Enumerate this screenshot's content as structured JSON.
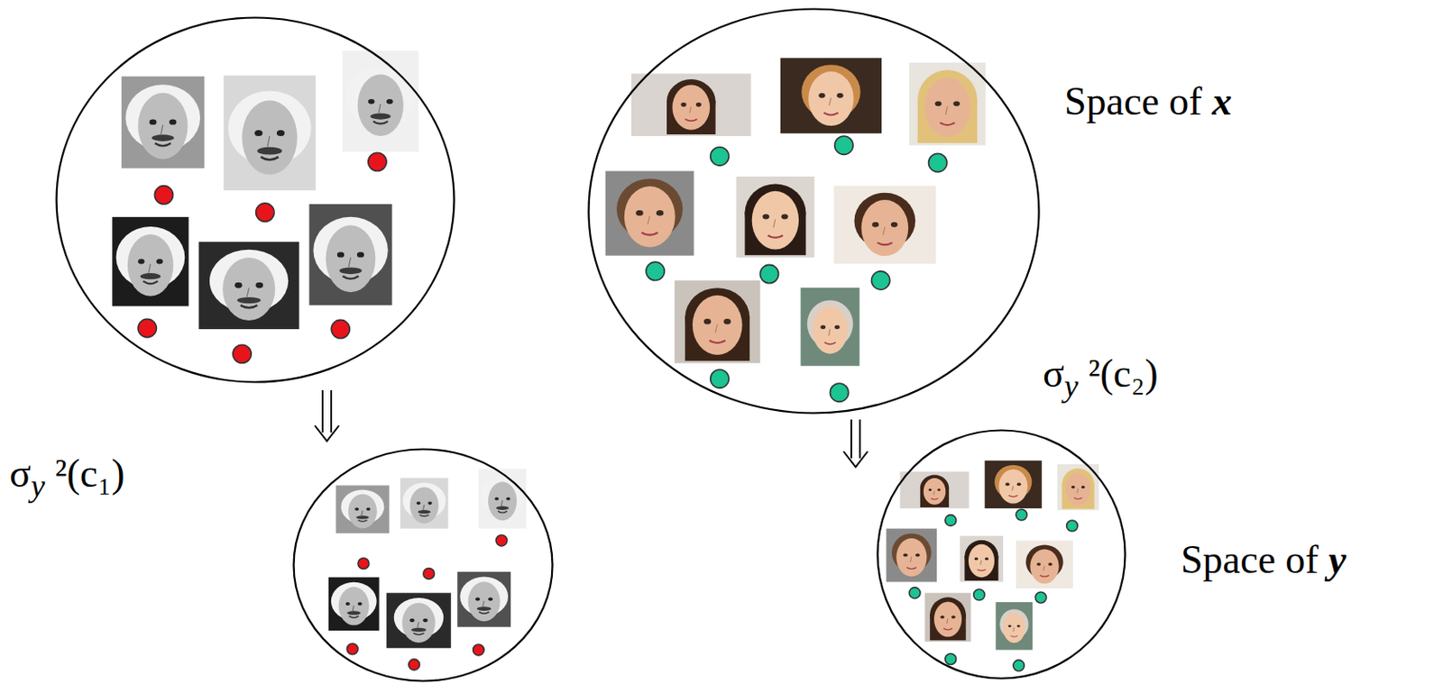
{
  "diagram": {
    "nodes": [
      {
        "text": []
      },
      {
        "text": []
      },
      {
        "text": []
      },
      {
        "text": []
      }
    ],
    "edges": [
      {
        "from": 0,
        "to": 2,
        "arrow": "to",
        "label": "σy ²(c₁)"
      },
      {
        "from": 1,
        "to": 3,
        "arrow": "to",
        "label": "σy ²(c₂)"
      }
    ],
    "labels": [
      "Space of x",
      "Space of y"
    ]
  }
}
